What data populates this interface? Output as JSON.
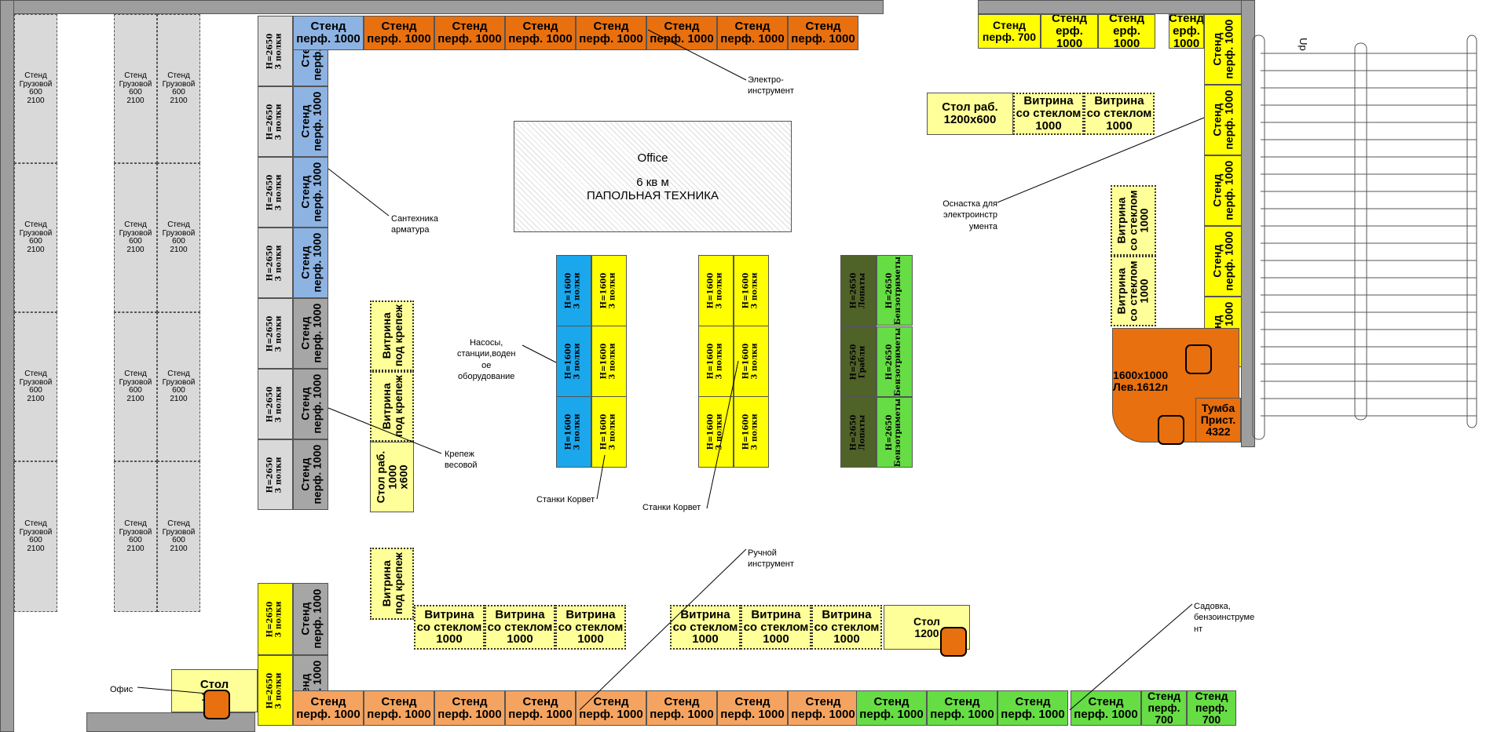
{
  "colors": {
    "orange": "#E8700F",
    "light_orange": "#F4A460",
    "blue": "#8DB3E2",
    "cyan": "#1AA7EC",
    "yellow": "#FFFF00",
    "light_yellow": "#FFFF99",
    "green": "#66DD44",
    "dark_green": "#4F6228",
    "grey": "#A6A6A6",
    "light_grey": "#D9D9D9",
    "white_grey": "#E6E6E6"
  },
  "labels": {
    "stend_1000": "Стенд\nперф. 1000",
    "stend_700": "Стенд\nперф. 700",
    "stend_700_cut": "Стенд\nерф. 1000",
    "gruzovoy": "Стенд\nГрузовой 600\n2100",
    "h2650_3": "Н=2650\n3 полки",
    "h1600_3": "Н=1600\n3 полки",
    "vitrina_glass": "Витрина\nсо стеклом\n1000",
    "vitrina_krep": "Витрина\nпод крепеж",
    "stol_600": "Стол раб.\n1200х600",
    "stol_v": "Стол раб.\n1000\nх600",
    "stol_short": "Стол\n1200",
    "h2650_lopaty": "Н=2650\nЛопаты",
    "h2650_grabli": "Н=2650\nГрабли",
    "h2650_benzo": "Н=2650\nБензотриметы",
    "corner_desk": "1600х1000\nЛев.1612л",
    "tumba": "Тумба\nПрист.\n4322"
  },
  "office": {
    "title": "Office",
    "area": "6 кв м",
    "subtitle": "ПАПОЛЬНАЯ ТЕХНИКА"
  },
  "annotations": {
    "electro": "Электро-\nинструмент",
    "santeh": "Сантехника\nарматура",
    "nasosy": "Насосы,\nстанции,воден\nое\nоборудование",
    "krepezh": "Крепеж\nвесовой",
    "stanki1": "Станки Корвет",
    "stanki2": "Станки Корвет",
    "ruchnoy": "Ручной\nинструмент",
    "osnastka": "Оснастка для\nэлектроинстр\nумента",
    "sadovka": "Садовка,\nбензоинструме\nнт",
    "ofis": "Офис",
    "up": "Up"
  }
}
